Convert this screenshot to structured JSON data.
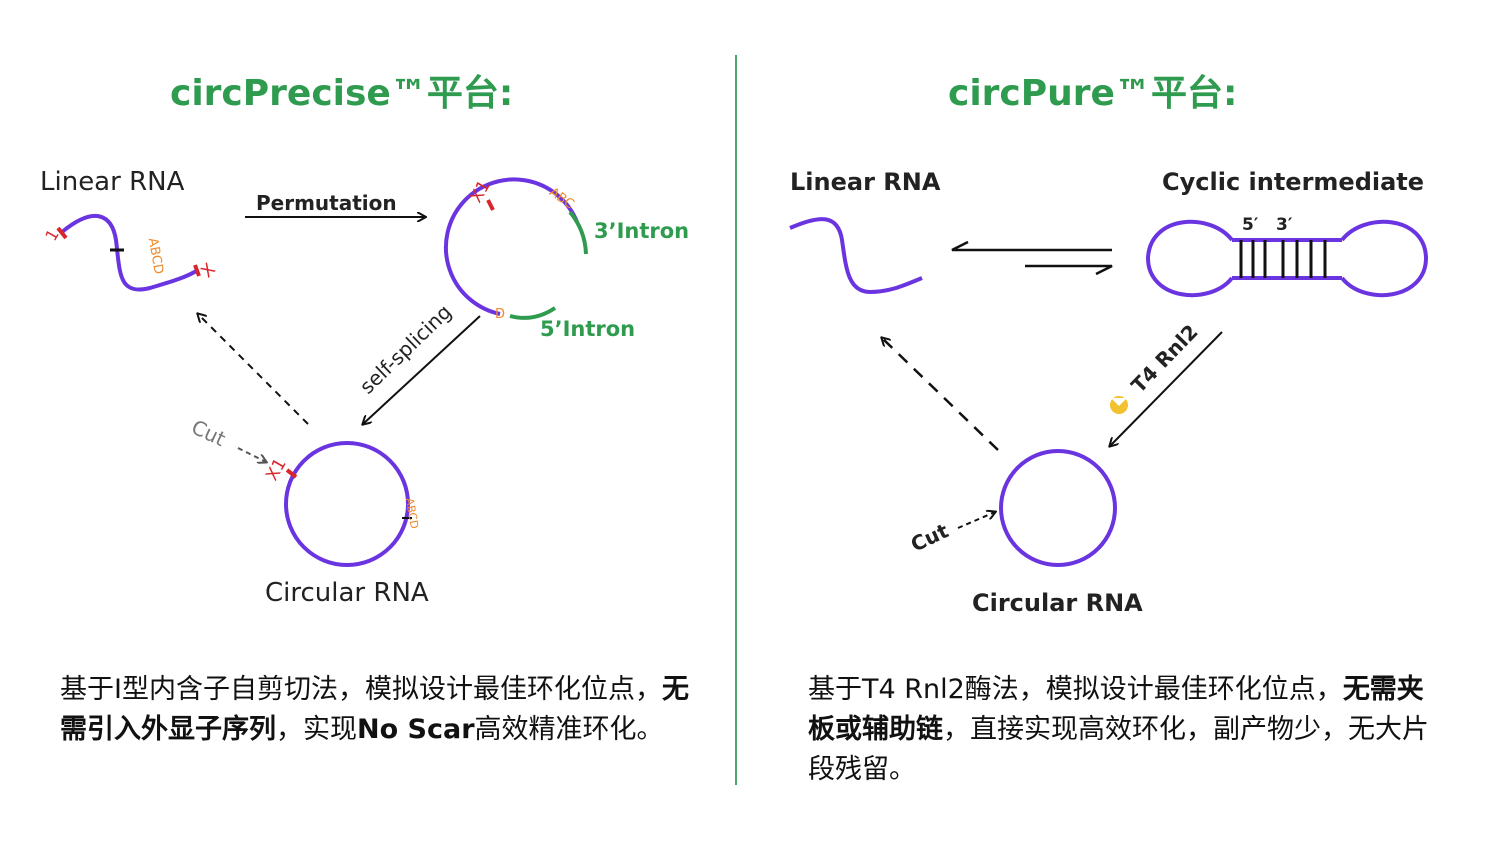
{
  "left": {
    "title": "circPrecise™平台:",
    "labels": {
      "linear_rna": "Linear RNA",
      "permutation": "Permutation",
      "intron3": "3’Intron",
      "intron5": "5’Intron",
      "self_splicing": "self-splicing",
      "circular_rna": "Circular RNA",
      "cut": "Cut",
      "mark_1": "1",
      "mark_x": "X",
      "mark_x1": "X1",
      "seq_abcd": "ABCD",
      "seq_abc": "ABC",
      "seq_d": "D"
    },
    "description": {
      "p1": "基于I型内含子自剪切法，模拟设计最佳环化位点，",
      "b1": "无需引入外显子序列",
      "p2": "，实现",
      "b2": "No Scar",
      "p3": "高效精准环化。"
    }
  },
  "right": {
    "title": "circPure™平台:",
    "labels": {
      "linear_rna": "Linear RNA",
      "cyclic_intermediate": "Cyclic intermediate",
      "five_prime": "5′",
      "three_prime": "3′",
      "enzyme": "T4 Rnl2",
      "cut": "Cut",
      "circular_rna": "Circular RNA"
    },
    "description": {
      "p1": "基于T4 Rnl2酶法，模拟设计最佳环化位点，",
      "b1": "无需夹板或辅助链",
      "p2": "，直接实现高效环化，副产物少，无大片段残留。"
    }
  },
  "colors": {
    "title_green": "#2e9b4f",
    "rna_purple": "#6a35e0",
    "intron_green": "#2e9b4f",
    "marker_red": "#d9262c",
    "seq_orange": "#f08a2c",
    "divider": "#4aa56a"
  }
}
